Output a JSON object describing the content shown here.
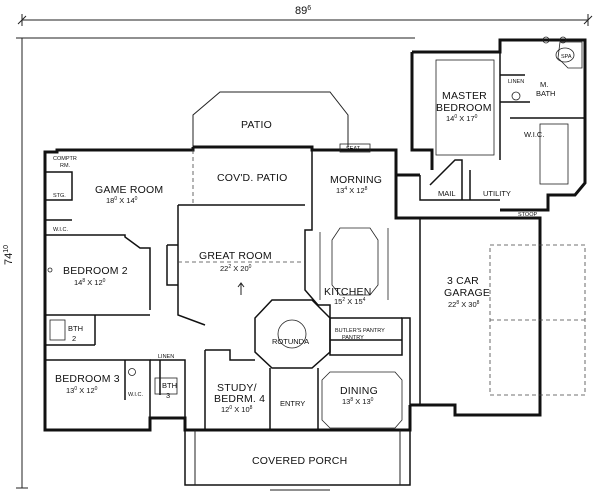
{
  "dimensions": {
    "overall_width": "89",
    "overall_width_sup": "6",
    "overall_depth": "74",
    "overall_depth_sup": "10"
  },
  "rooms": {
    "patio": {
      "name": "PATIO"
    },
    "covd_patio": {
      "name": "COV'D. PATIO"
    },
    "master_bedroom": {
      "name_line1": "MASTER",
      "name_line2": "BEDROOM",
      "size": "14",
      "size_sup1": "0",
      "size_x": " X 17",
      "size_sup2": "0"
    },
    "m_bath": {
      "name_line1": "M.",
      "name_line2": "BATH"
    },
    "linen_master": {
      "name": "LINEN"
    },
    "spa": {
      "name": "SPA"
    },
    "wic_master": {
      "name": "W.I.C."
    },
    "game_room": {
      "name": "GAME ROOM",
      "size": "18",
      "size_sup1": "0",
      "size_x": " X 14",
      "size_sup2": "0"
    },
    "compt_rm": {
      "name_line1": "COMPTR",
      "name_line2": "RM."
    },
    "stg": {
      "name": "STG."
    },
    "wic_game": {
      "name": "W.I.C."
    },
    "morning": {
      "name": "MORNING",
      "size": "13",
      "size_sup1": "4",
      "size_x": " X 12",
      "size_sup2": "8"
    },
    "seat": {
      "name": "SEAT"
    },
    "mail": {
      "name": "MAIL"
    },
    "utility": {
      "name": "UTILITY"
    },
    "stoop": {
      "name": "STOOP"
    },
    "great_room": {
      "name": "GREAT ROOM",
      "size": "22",
      "size_sup1": "2",
      "size_x": " X 20",
      "size_sup2": "0"
    },
    "bedroom2": {
      "name": "BEDROOM 2",
      "size": "14",
      "size_sup1": "8",
      "size_x": " X 12",
      "size_sup2": "0"
    },
    "kitchen": {
      "name": "KITCHEN",
      "size": "15",
      "size_sup1": "2",
      "size_x": " X 15",
      "size_sup2": "4"
    },
    "garage": {
      "name_line1": "3 CAR",
      "name_line2": "GARAGE",
      "size": "22",
      "size_sup1": "8",
      "size_x": " X 30",
      "size_sup2": "8"
    },
    "bth2": {
      "name_line1": "BTH",
      "name_line2": "2"
    },
    "rotunda": {
      "name": "ROTUNDA"
    },
    "butlers_pantry": {
      "name": "BUTLER'S PANTRY"
    },
    "pantry": {
      "name": "PANTRY"
    },
    "linen_hall": {
      "name": "LINEN"
    },
    "bedroom3": {
      "name": "BEDROOM 3",
      "size": "13",
      "size_sup1": "0",
      "size_x": " X 12",
      "size_sup2": "0"
    },
    "bth3": {
      "name_line1": "BTH",
      "name_line2": "3"
    },
    "wic_bed3": {
      "name": "W.I.C."
    },
    "study": {
      "name_line1": "STUDY/",
      "name_line2": "BEDRM. 4",
      "size": "12",
      "size_sup1": "0",
      "size_x": " X 10",
      "size_sup2": "8"
    },
    "entry": {
      "name": "ENTRY"
    },
    "dining": {
      "name": "DINING",
      "size": "13",
      "size_sup1": "8",
      "size_x": " X 13",
      "size_sup2": "0"
    },
    "covered_porch": {
      "name": "COVERED PORCH"
    }
  }
}
